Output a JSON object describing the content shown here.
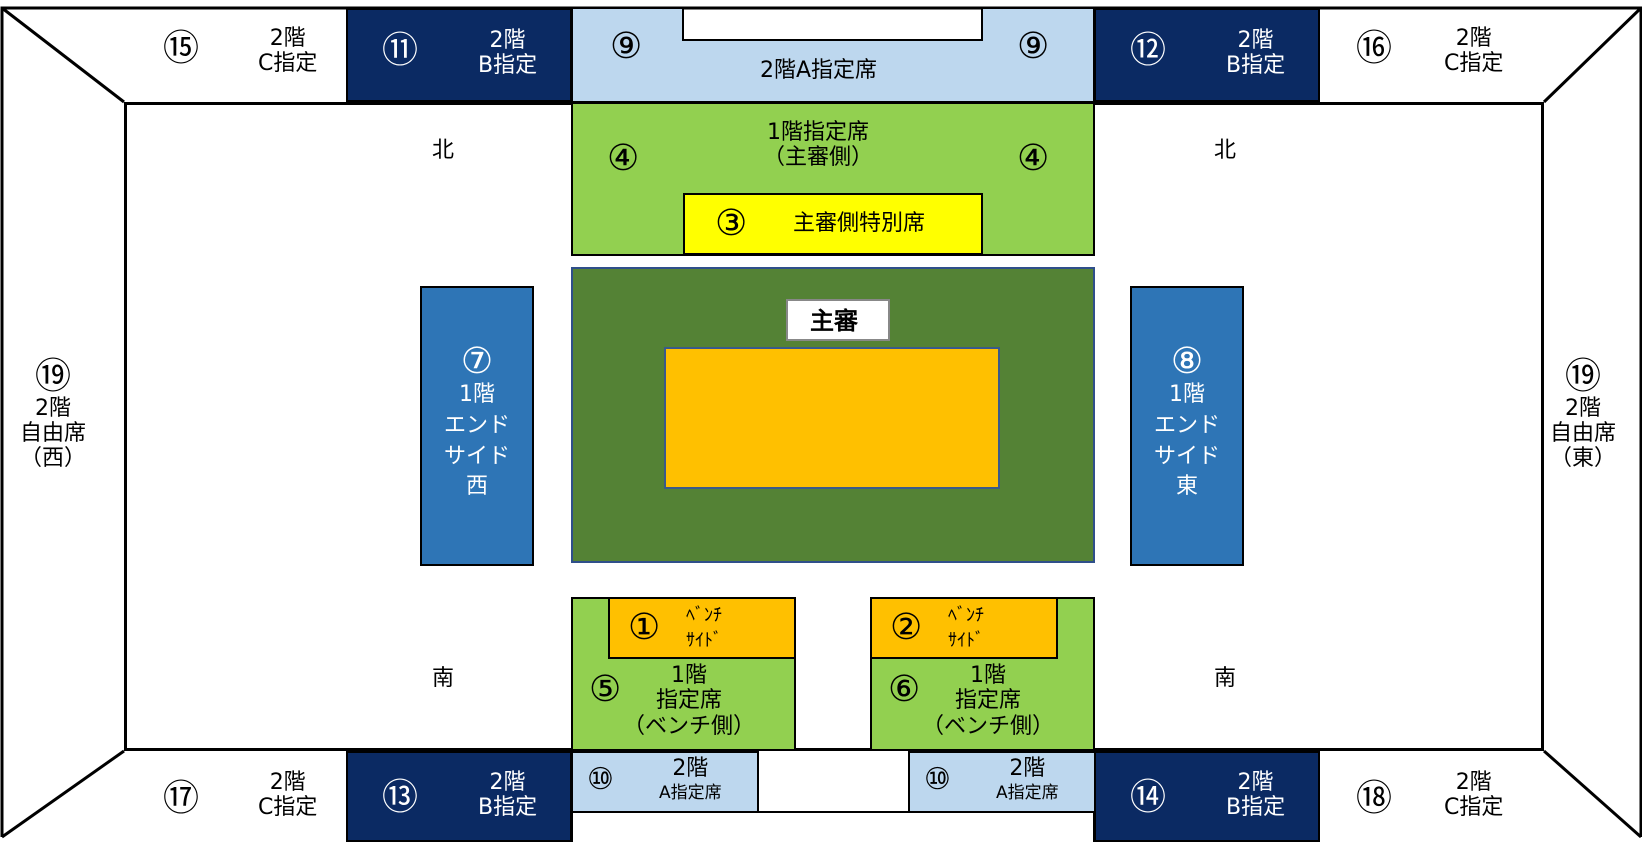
{
  "colors": {
    "white_section": "#ffffff",
    "navy_section": "#0b2a63",
    "light_blue_section": "#bdd7ee",
    "green_section": "#92d050",
    "dark_green_court": "#548235",
    "yellow_section": "#ffff00",
    "orange_section": "#ffc000",
    "blue_end_section": "#2e75b6",
    "outline": "#000000"
  },
  "sections": {
    "s15": {
      "num": "⑮",
      "line1": "2階",
      "line2": "C指定"
    },
    "s11": {
      "num": "⑪",
      "line1": "2階",
      "line2": "B指定"
    },
    "s9_left": {
      "num": "⑨"
    },
    "s9_label": "2階A指定席",
    "s9_right": {
      "num": "⑨"
    },
    "s12": {
      "num": "⑫",
      "line1": "2階",
      "line2": "B指定"
    },
    "s16": {
      "num": "⑯",
      "line1": "2階",
      "line2": "C指定"
    },
    "s4": {
      "num": "④",
      "line1": "1階指定席",
      "line2": "（主審側）"
    },
    "s3": {
      "num": "③",
      "label": "主審側特別席"
    },
    "s7": {
      "num": "⑦",
      "line1": "1階",
      "line2": "エンド",
      "line3": "サイド",
      "line4": "西"
    },
    "s8": {
      "num": "⑧",
      "line1": "1階",
      "line2": "エンド",
      "line3": "サイド",
      "line4": "東"
    },
    "referee": "主審",
    "s19_west": {
      "num": "⑲",
      "line1": "2階",
      "line2": "自由席",
      "line3": "（西）"
    },
    "s19_east": {
      "num": "⑲",
      "line1": "2階",
      "line2": "自由席",
      "line3": "（東）"
    },
    "north": "北",
    "south": "南",
    "s1": {
      "num": "①",
      "line1": "ﾍﾞﾝﾁ",
      "line2": "ｻｲﾄﾞ"
    },
    "s2": {
      "num": "②",
      "line1": "ﾍﾞﾝﾁ",
      "line2": "ｻｲﾄﾞ"
    },
    "s5": {
      "num": "⑤",
      "line1": "1階",
      "line2": "指定席",
      "line3": "（ベンチ側）"
    },
    "s6": {
      "num": "⑥",
      "line1": "1階",
      "line2": "指定席",
      "line3": "（ベンチ側）"
    },
    "s10_left": {
      "num": "⑩",
      "line1": "2階",
      "line2": "A指定席"
    },
    "s10_right": {
      "num": "⑩",
      "line1": "2階",
      "line2": "A指定席"
    },
    "s17": {
      "num": "⑰",
      "line1": "2階",
      "line2": "C指定"
    },
    "s13": {
      "num": "⑬",
      "line1": "2階",
      "line2": "B指定"
    },
    "s14": {
      "num": "⑭",
      "line1": "2階",
      "line2": "B指定"
    },
    "s18": {
      "num": "⑱",
      "line1": "2階",
      "line2": "C指定"
    }
  }
}
